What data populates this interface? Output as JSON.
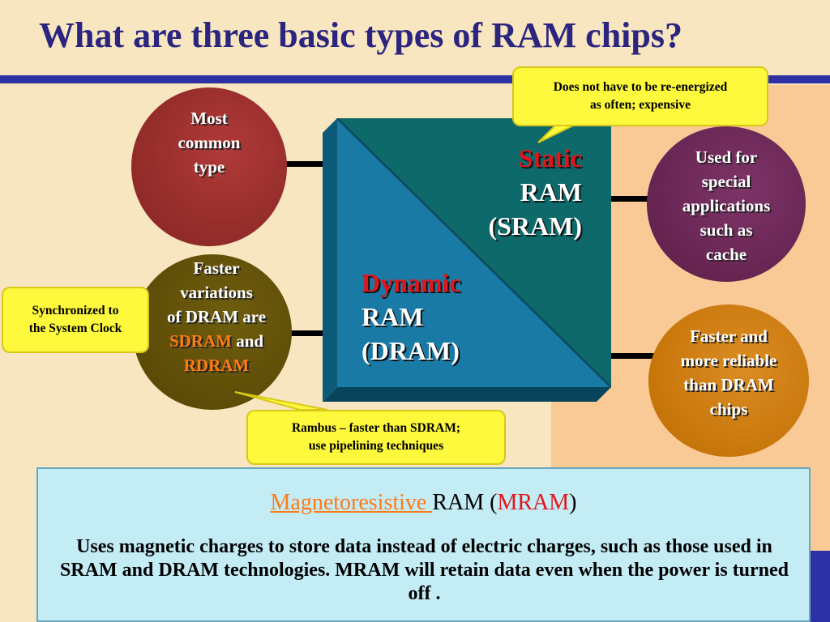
{
  "title": "What are three basic types of RAM chips?",
  "central_square": {
    "static_word": "Static",
    "static_line2": "RAM",
    "static_line3": "(SRAM)",
    "dynamic_word": "Dynamic",
    "dynamic_line2": "RAM",
    "dynamic_line3": "(DRAM)"
  },
  "circles": {
    "most_common": {
      "line1": "Most",
      "line2": "common",
      "line3": "type"
    },
    "dram_variations": {
      "line1": "Faster",
      "line2": "variations",
      "line3": "of DRAM are",
      "sdram": "SDRAM",
      "and": " and",
      "rdram": "RDRAM"
    },
    "special_apps": {
      "line1": "Used for",
      "line2": "special",
      "line3": "applications",
      "line4": "such as",
      "line5": "cache"
    },
    "faster_reliable": {
      "line1": "Faster and",
      "line2": "more reliable",
      "line3": "than DRAM",
      "line4": "chips"
    }
  },
  "callouts": {
    "sram_note": {
      "line1": "Does not have to be re-energized",
      "line2": "as often; expensive"
    },
    "sdram_note": {
      "line1": "Synchronized to",
      "line2": "the System Clock"
    },
    "rdram_note": {
      "line1": "Rambus – faster than SDRAM;",
      "line2": "use pipelining techniques"
    }
  },
  "mram": {
    "title_link": "Magnetoresistive ",
    "title_ram": "RAM (",
    "title_abbr": "MRAM",
    "title_close": ")",
    "description": "Uses magnetic charges to store data instead of electric charges, such as those used in SRAM and DRAM technologies. MRAM will retain data even when the power is turned off ."
  },
  "colors": {
    "title": "#2b2580",
    "title_bar": "#2e31a6",
    "highlight_orange": "#ff7a16",
    "highlight_red": "#e2141c",
    "callout_fill": "#fef93c",
    "square_teal": "#0e6a6a",
    "square_blue": "#1a7aa6"
  }
}
